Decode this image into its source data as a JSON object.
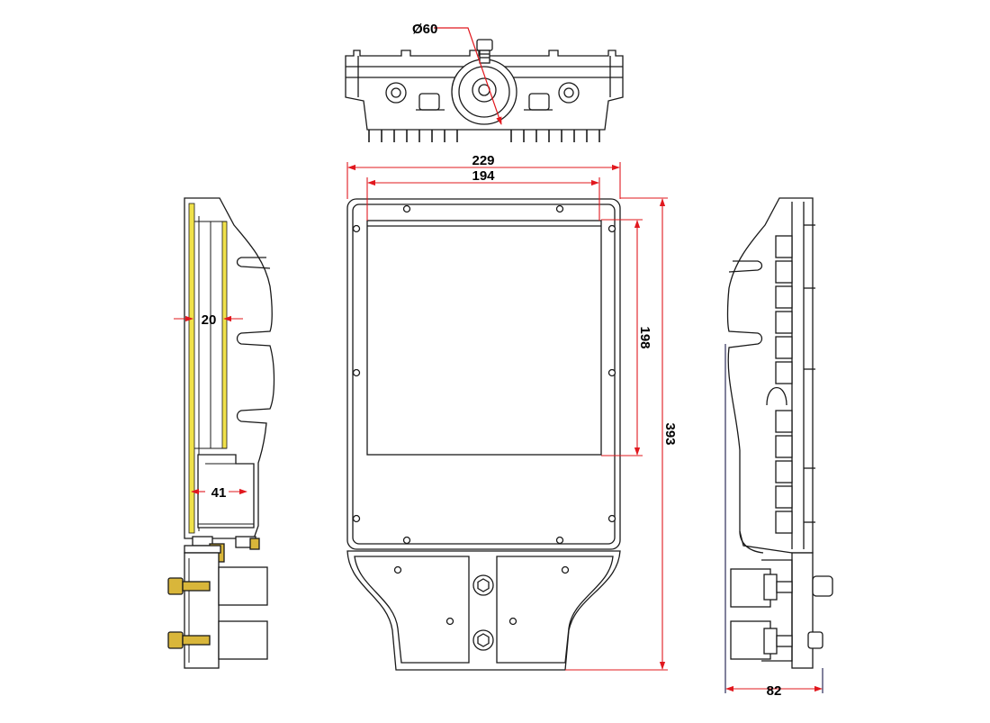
{
  "diagram": {
    "colors": {
      "line": "#1a1a1a",
      "dimension": "#e1181e",
      "fill": "#ffffff",
      "section": "#f0e14a",
      "fastener": "#d9b63a"
    },
    "top_view": {
      "label_dia": "Ø60"
    },
    "front_view": {
      "dim_width_overall": "229",
      "dim_width_lens": "194",
      "dim_height_lens": "198",
      "dim_height_overall": "393"
    },
    "left_section": {
      "dim_depth_upper": "20",
      "dim_depth_lower": "41"
    },
    "right_view": {
      "dim_depth_overall": "82"
    }
  }
}
